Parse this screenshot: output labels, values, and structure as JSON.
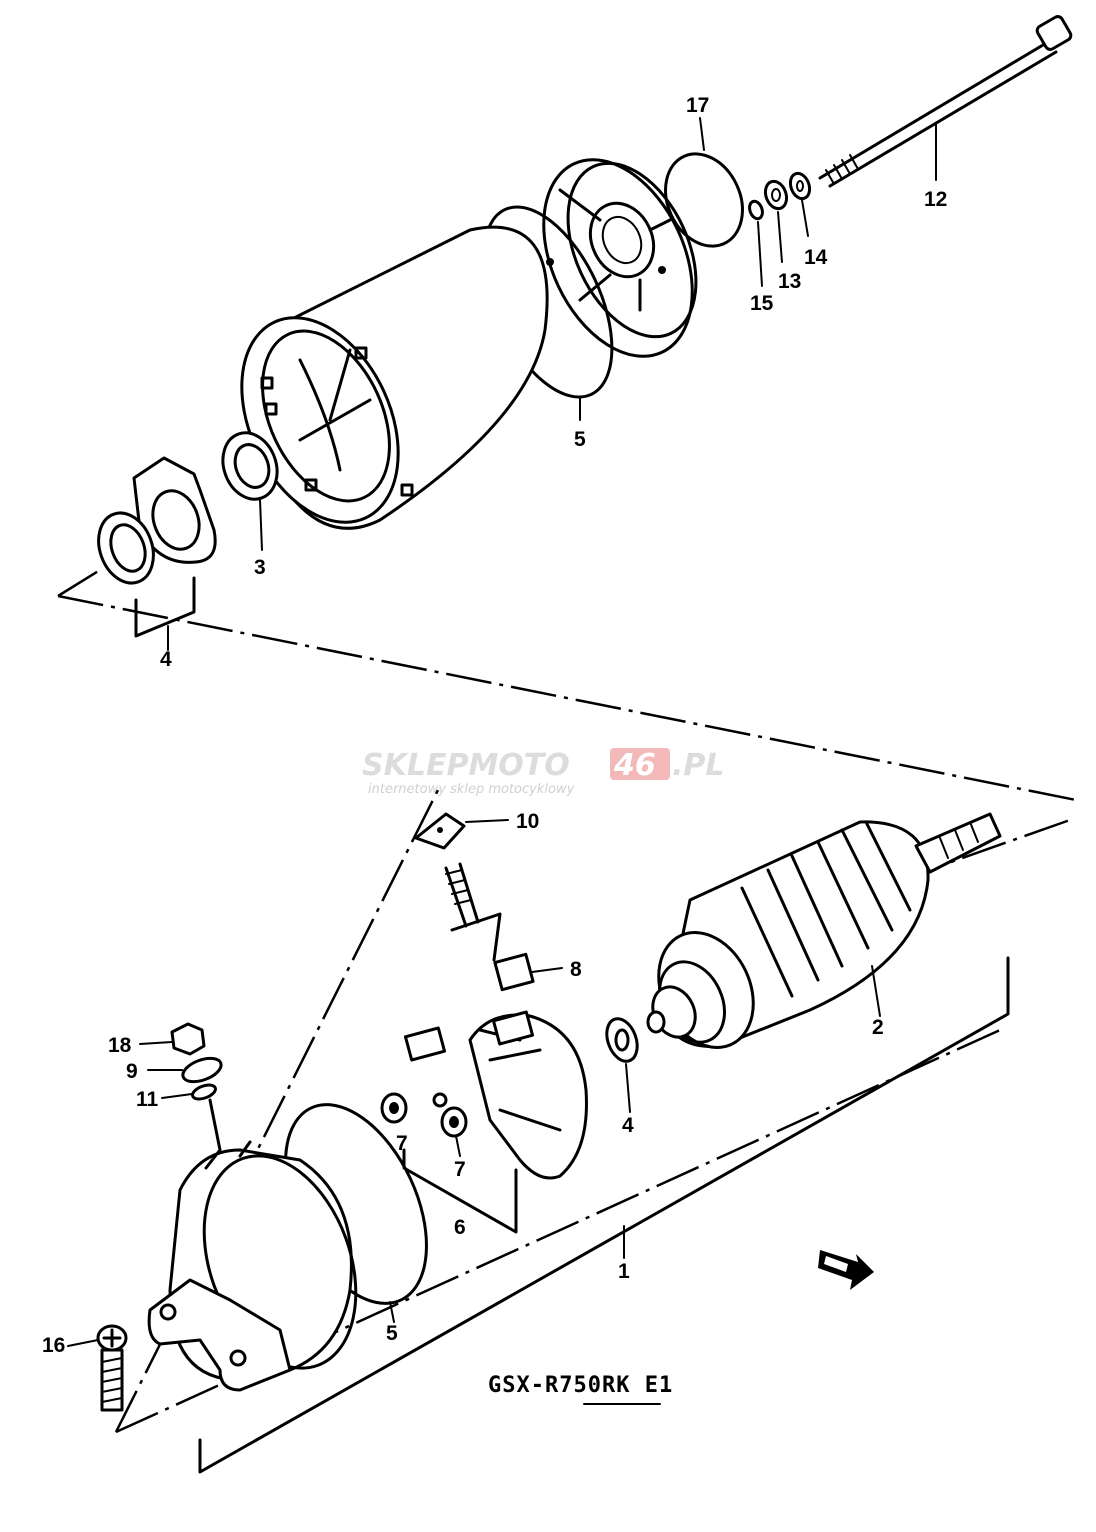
{
  "watermark": {
    "brand_left": "SKLEPMOTO",
    "brand_badge": "46",
    "brand_right": ".PL",
    "tagline": "internetowy sklep motocyklowy",
    "badge_color": "#f3b9b9",
    "text_color": "#dcdcdc"
  },
  "model": "GSX-R750RK E1",
  "parts": [
    {
      "no": "17"
    },
    {
      "no": "12"
    },
    {
      "no": "14"
    },
    {
      "no": "13"
    },
    {
      "no": "15"
    },
    {
      "no": "5"
    },
    {
      "no": "3"
    },
    {
      "no": "4"
    },
    {
      "no": "10"
    },
    {
      "no": "8"
    },
    {
      "no": "2"
    },
    {
      "no": "18"
    },
    {
      "no": "9"
    },
    {
      "no": "11"
    },
    {
      "no": "4"
    },
    {
      "no": "7"
    },
    {
      "no": "7"
    },
    {
      "no": "6"
    },
    {
      "no": "1"
    },
    {
      "no": "5"
    },
    {
      "no": "16"
    }
  ],
  "icons": [
    "front-arrow-icon"
  ]
}
